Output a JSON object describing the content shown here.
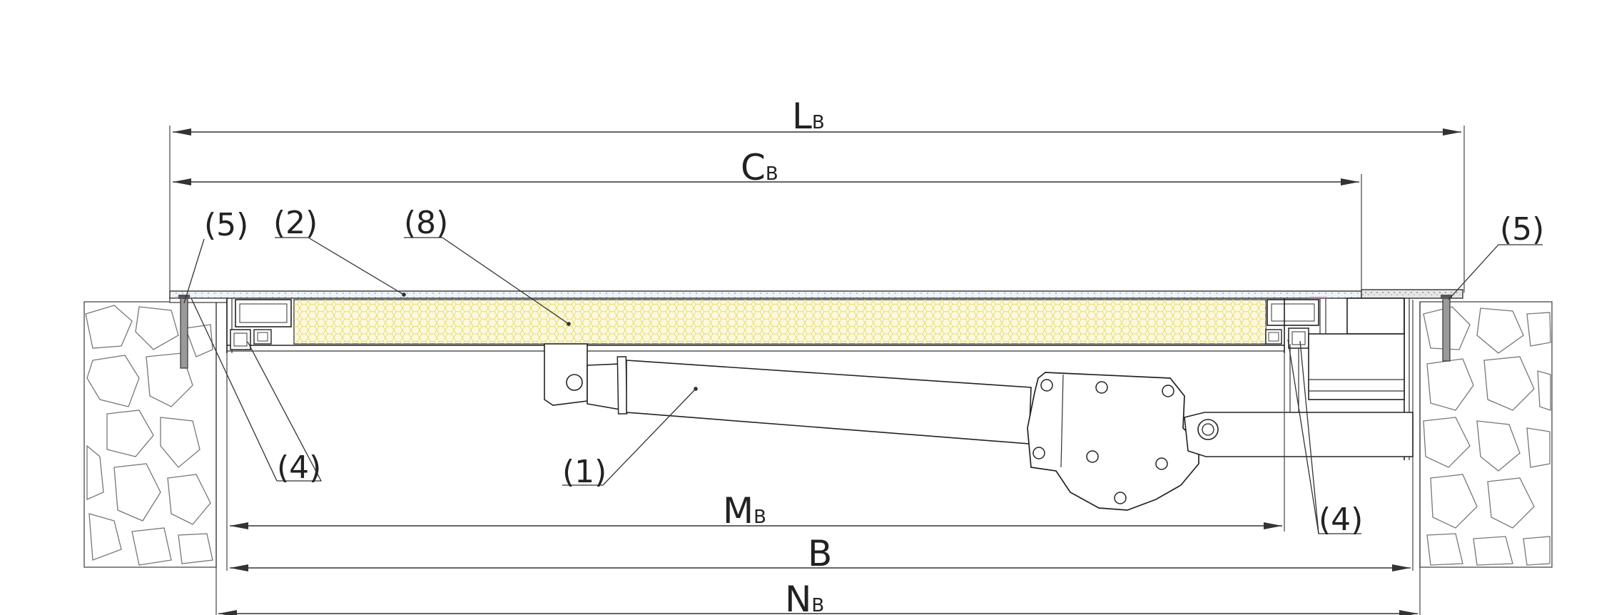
{
  "dimensions": {
    "lb": {
      "main": "L",
      "sub": "B"
    },
    "cb": {
      "main": "C",
      "sub": "B"
    },
    "mb": {
      "main": "M",
      "sub": "B"
    },
    "b": {
      "main": "B"
    },
    "nb": {
      "main": "N",
      "sub": "B"
    }
  },
  "callouts": {
    "c5_left": "(5)",
    "c2": "(2)",
    "c8": "(8)",
    "c5_right": "(5)",
    "c4_left": "(4)",
    "c1": "(1)",
    "c4_right": "(4)"
  },
  "colors": {
    "line": "#333333",
    "insulation_fill": "#fbf8d8",
    "insulation_hex": "#e9d96a",
    "stone_line": "#777777",
    "cover_accent": "#8fb3cf",
    "gasket": "#d77fbf"
  }
}
